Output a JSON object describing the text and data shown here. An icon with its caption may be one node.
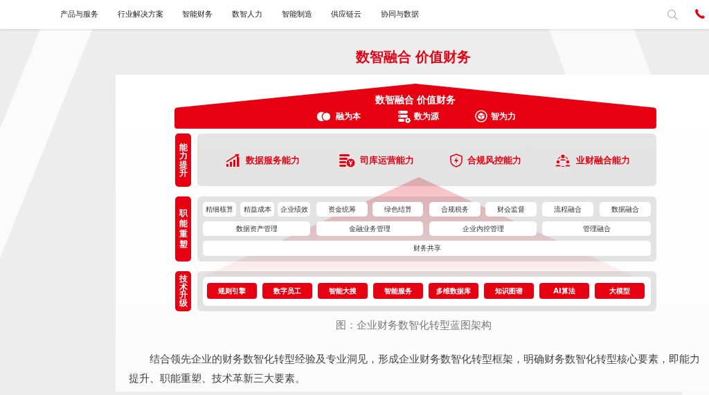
{
  "diagram": {
    "title": "数智融合 价值财务",
    "caption": "图：企业财务数智化转型蓝图架构",
    "nodes": [
      {
        "text": [
          "数智融合 价值财务",
          "融为本",
          "数为源",
          "智为力"
        ]
      },
      {
        "text": [
          "能力提升"
        ]
      },
      {
        "text": [
          "数据服务能力",
          "司库运营能力",
          "合规风控能力",
          "业财融合能力"
        ]
      },
      {
        "text": [
          "职能重塑"
        ]
      },
      {
        "text": [],
        "shape": "box"
      },
      {
        "text": [
          "精细核算"
        ],
        "in": 4
      },
      {
        "text": [
          "精益成本"
        ],
        "in": 4
      },
      {
        "text": [
          "企业绩效"
        ],
        "in": 4
      },
      {
        "text": [
          "资金统筹"
        ],
        "in": 4
      },
      {
        "text": [
          "绿色结算"
        ],
        "in": 4
      },
      {
        "text": [
          "合规税务"
        ],
        "in": 4
      },
      {
        "text": [
          "财会监督"
        ],
        "in": 4
      },
      {
        "text": [
          "流程融合"
        ],
        "in": 4
      },
      {
        "text": [
          "数据融合"
        ],
        "in": 4
      },
      {
        "text": [
          "数据资产管理"
        ],
        "in": 4
      },
      {
        "text": [
          "金融业务管理"
        ],
        "in": 4
      },
      {
        "text": [
          "企业内控管理"
        ],
        "in": 4
      },
      {
        "text": [
          "管理融合"
        ],
        "in": 4
      },
      {
        "text": [
          "财务共享"
        ],
        "in": 4
      },
      {
        "text": [
          "技术升级"
        ]
      },
      {
        "text": [],
        "shape": "box"
      },
      {
        "text": [],
        "shape": "box",
        "in": 20
      },
      {
        "text": [
          "规则引擎"
        ],
        "in": 21
      },
      {
        "text": [
          "数字员工"
        ],
        "in": 21
      },
      {
        "text": [
          "智能大搜"
        ],
        "in": 21
      },
      {
        "text": [
          "智能服务"
        ],
        "in": 21
      },
      {
        "text": [
          "多维数据库"
        ],
        "in": 21
      },
      {
        "text": [
          "知识图谱"
        ],
        "in": 21
      },
      {
        "text": [
          "AI算法"
        ],
        "in": 21
      },
      {
        "text": [
          "大模型"
        ],
        "in": 21
      }
    ],
    "labels": [
      "产品与服务",
      "行业解决方案",
      "智能财务",
      "数智人力",
      "智能制造",
      "供应链云",
      "协同与数据",
      "结合领先企业的财务数智化转型经验及专业洞见，形成企业财务数智化转型框架，明确财务数智化转型核心要素，即能力提升、职能重塑、技术革新三大要素。"
    ]
  }
}
